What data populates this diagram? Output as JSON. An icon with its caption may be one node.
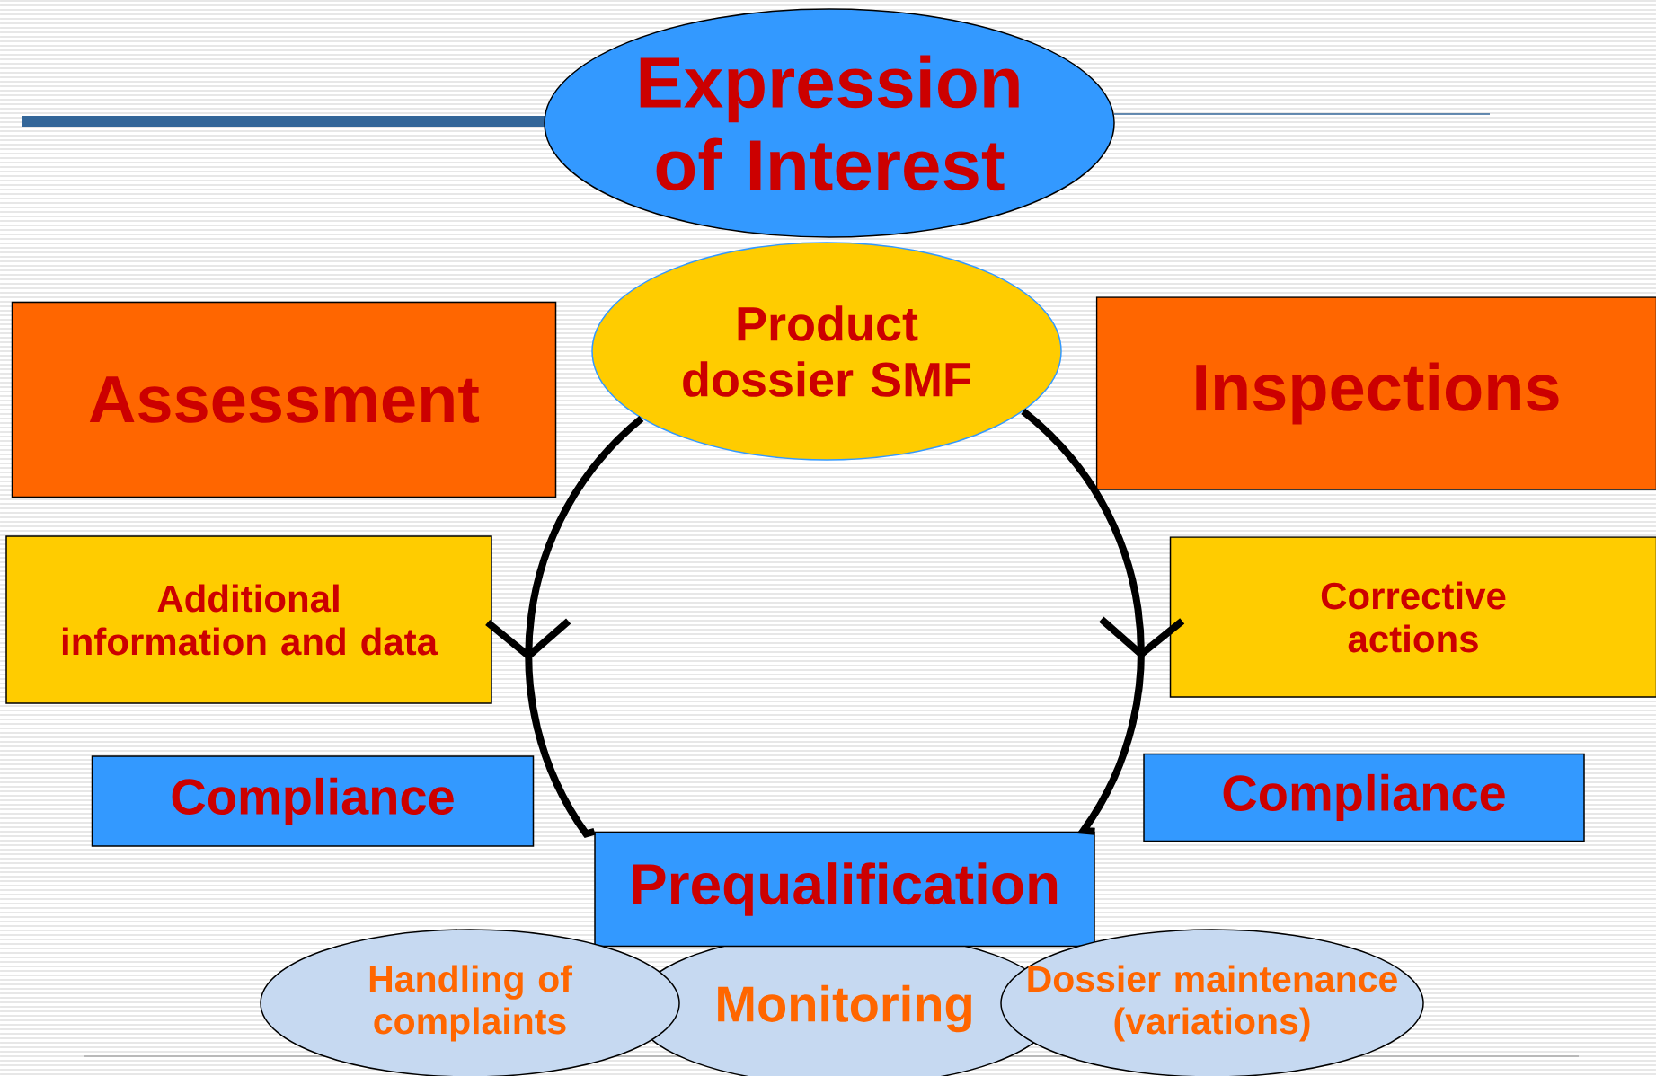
{
  "diagram": {
    "nodes": [
      {
        "text": [
          "Expression of Interest"
        ]
      },
      {
        "text": [
          "Product dossier SMF"
        ]
      },
      {
        "text": [
          "Assessment"
        ]
      },
      {
        "text": [
          "Inspections"
        ]
      },
      {
        "text": [
          "Additional information and data"
        ]
      },
      {
        "text": [
          "Corrective actions"
        ]
      },
      {
        "text": [
          "Compliance"
        ]
      },
      {
        "text": [
          "Compliance"
        ]
      },
      {
        "text": [
          "Prequalification"
        ]
      },
      {
        "text": [
          "Handling of complaints"
        ]
      },
      {
        "text": [
          "Monitoring"
        ]
      },
      {
        "text": [
          "Dossier maintenance (variations)"
        ]
      }
    ],
    "edges": [
      {
        "from": 1,
        "to": 8,
        "arrow": "to"
      },
      {
        "from": 1,
        "to": 8,
        "arrow": "to"
      }
    ]
  }
}
